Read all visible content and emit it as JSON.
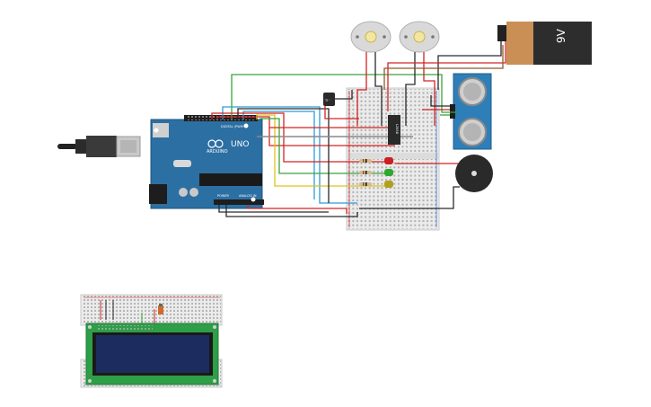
{
  "arduino": {
    "brand": "ARDUINO",
    "model": "UNO",
    "header_digital": "DIGITAL (PWM~)",
    "header_power": "POWER",
    "header_analog": "ANALOG IN"
  },
  "battery": {
    "label": "9V"
  },
  "ic": {
    "label": "L293D"
  },
  "transistor": {
    "label": "TIP"
  },
  "colors": {
    "board": "#2c6fa3",
    "breadboard": "#e9e9e9",
    "wire_red": "#d42424",
    "wire_black": "#2a2a2a",
    "wire_green": "#3aa53a",
    "wire_yellow": "#e0c21a",
    "wire_blue": "#2f9bd6",
    "wire_brown": "#8b5a2b",
    "lcd_pcb": "#2e9e48",
    "lcd_screen": "#1c2c5e",
    "led_red": "#cc1f1f",
    "led_green": "#2fa82f",
    "led_yellow": "#b0a11c"
  },
  "components": [
    "usb-cable-icon",
    "arduino-uno-board",
    "main-breadboard",
    "dc-motor-left",
    "dc-motor-right",
    "9v-battery",
    "ultrasonic-sensor",
    "piezo-buzzer",
    "motor-driver-ic",
    "transistor",
    "led-red",
    "led-green",
    "led-yellow",
    "lcd-breadboard",
    "lcd-16x2",
    "potentiometer"
  ]
}
